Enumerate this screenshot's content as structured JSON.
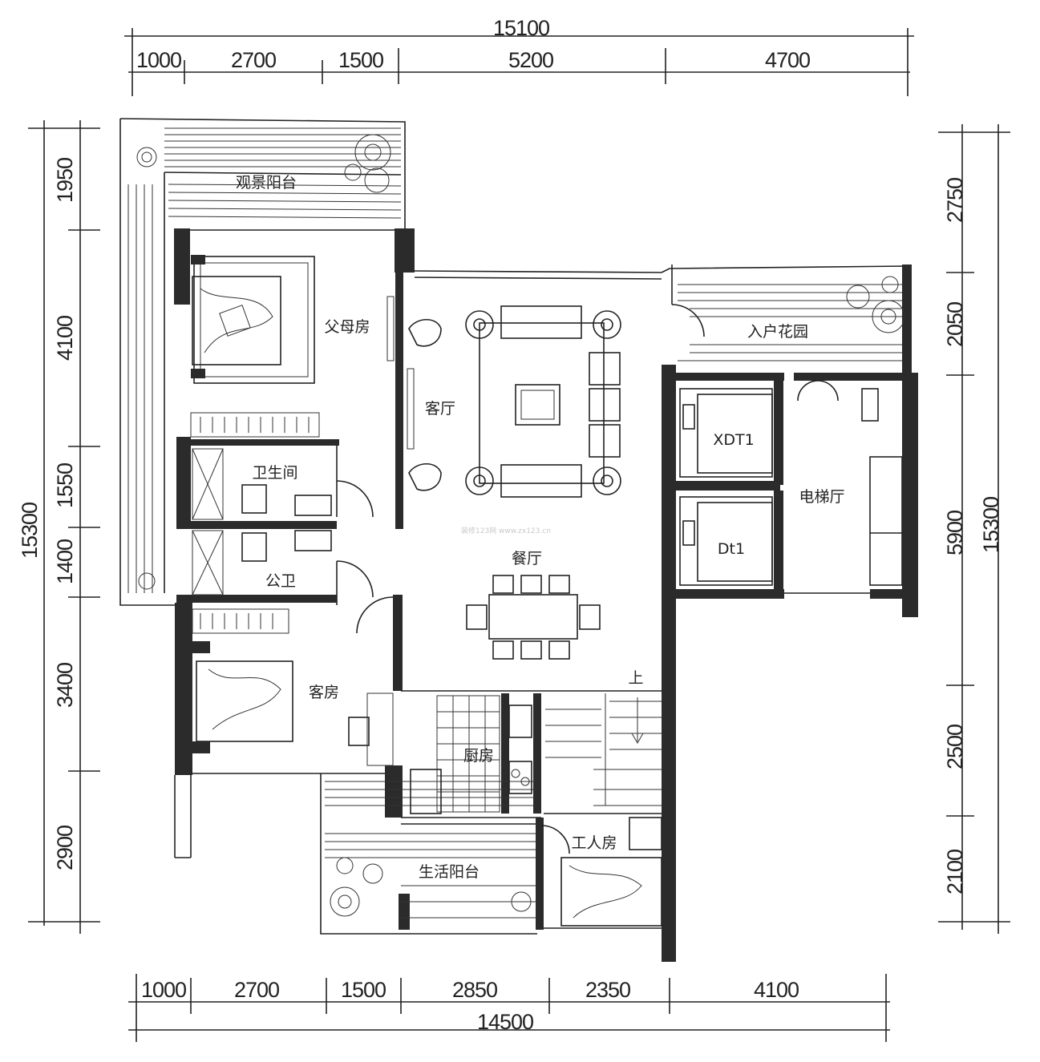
{
  "dimensions": {
    "top_total": "15100",
    "top_segments": [
      "1000",
      "2700",
      "1500",
      "5200",
      "4700"
    ],
    "bottom_total": "14500",
    "bottom_segments": [
      "1000",
      "2700",
      "1500",
      "2850",
      "2350",
      "4100"
    ],
    "left_total": "15300",
    "left_segments": [
      "1950",
      "4100",
      "1550",
      "1400",
      "3400",
      "2900"
    ],
    "right_total": "15300",
    "right_segments": [
      "2750",
      "2050",
      "5900",
      "2500",
      "2100"
    ]
  },
  "rooms": {
    "view_balcony": "观景阳台",
    "parents_room": "父母房",
    "bathroom": "卫生间",
    "public_wc": "公卫",
    "living_room": "客厅",
    "dining_room": "餐厅",
    "guest_room": "客房",
    "kitchen": "厨房",
    "service_balcony": "生活阳台",
    "worker_room": "工人房",
    "entry_garden": "入户花园",
    "elevator_hall": "电梯厅",
    "elevator_1": "XDT1",
    "elevator_2": "Dt1",
    "stairs_up": "上"
  },
  "watermark": "装修123网 www.zx123.cn"
}
